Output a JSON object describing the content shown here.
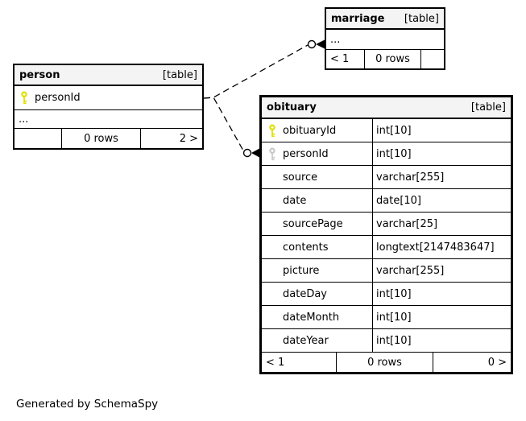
{
  "diagram": {
    "generator_note": "Generated by SchemaSpy",
    "relationships": [
      {
        "from": "person.personId",
        "to": "marriage"
      },
      {
        "from": "person.personId",
        "to": "obituary.personId"
      }
    ]
  },
  "colors": {
    "background": "#ffffff",
    "table_header_bg": "#f4f4f4",
    "border": "#000000",
    "primary_key_icon": "#dfdf00",
    "foreign_key_icon": "#c9c9c9"
  },
  "tables": {
    "marriage": {
      "name": "marriage",
      "type_label": "[table]",
      "ellipsis": "...",
      "footer": {
        "paging": "< 1",
        "rows": "0 rows",
        "children": ""
      }
    },
    "person": {
      "name": "person",
      "type_label": "[table]",
      "columns": [
        {
          "name": "personId",
          "type": "",
          "key": "primary"
        }
      ],
      "ellipsis": "...",
      "footer": {
        "paging": "",
        "rows": "0 rows",
        "children": "2 >"
      }
    },
    "obituary": {
      "name": "obituary",
      "type_label": "[table]",
      "columns": [
        {
          "name": "obituaryId",
          "type": "int[10]",
          "key": "primary"
        },
        {
          "name": "personId",
          "type": "int[10]",
          "key": "foreign"
        },
        {
          "name": "source",
          "type": "varchar[255]",
          "key": ""
        },
        {
          "name": "date",
          "type": "date[10]",
          "key": ""
        },
        {
          "name": "sourcePage",
          "type": "varchar[25]",
          "key": ""
        },
        {
          "name": "contents",
          "type": "longtext[2147483647]",
          "key": ""
        },
        {
          "name": "picture",
          "type": "varchar[255]",
          "key": ""
        },
        {
          "name": "dateDay",
          "type": "int[10]",
          "key": ""
        },
        {
          "name": "dateMonth",
          "type": "int[10]",
          "key": ""
        },
        {
          "name": "dateYear",
          "type": "int[10]",
          "key": ""
        }
      ],
      "footer": {
        "paging": "< 1",
        "rows": "0 rows",
        "children": "0 >"
      }
    }
  }
}
